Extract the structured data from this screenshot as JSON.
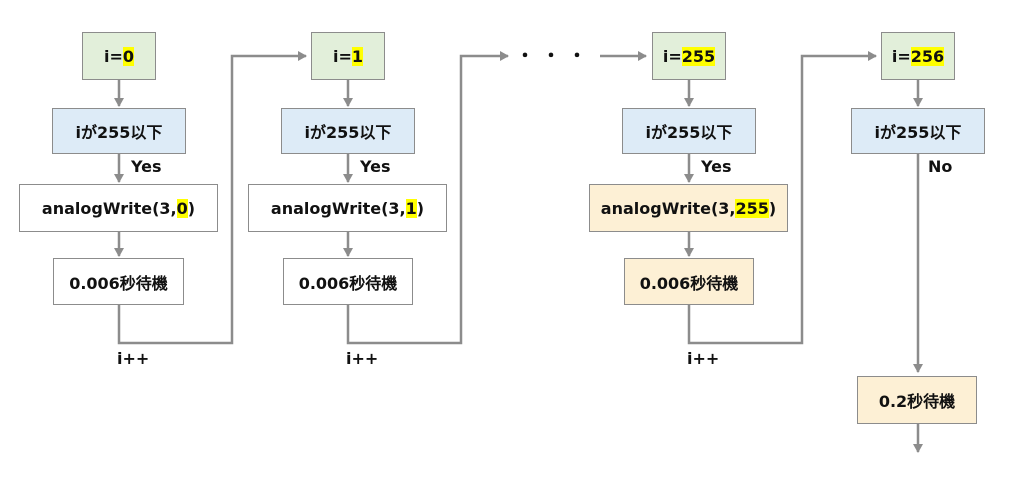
{
  "columns": [
    {
      "init_prefix": "i=",
      "init_value": "0",
      "condition": "iが255以下",
      "branch": "Yes",
      "write_prefix": "analogWrite(3,",
      "write_value": "0",
      "write_suffix": ")",
      "wait": "0.006秒待機",
      "increment": "i++"
    },
    {
      "init_prefix": "i=",
      "init_value": "1",
      "condition": "iが255以下",
      "branch": "Yes",
      "write_prefix": "analogWrite(3,",
      "write_value": "1",
      "write_suffix": ")",
      "wait": "0.006秒待機",
      "increment": "i++"
    },
    {
      "init_prefix": "i=",
      "init_value": "255",
      "condition": "iが255以下",
      "branch": "Yes",
      "write_prefix": "analogWrite(3,",
      "write_value": "255",
      "write_suffix": ")",
      "wait": "0.006秒待機",
      "increment": "i++"
    },
    {
      "init_prefix": "i=",
      "init_value": "256",
      "condition": "iが255以下",
      "branch": "No",
      "wait": "0.2秒待機"
    }
  ],
  "ellipsis": "・・・",
  "colors": {
    "init_fill": "#e2efda",
    "condition_fill": "#ddebf7",
    "highlight": "#ffff00",
    "warm_fill": "#fdf0d5",
    "line": "#8c8c8c"
  }
}
